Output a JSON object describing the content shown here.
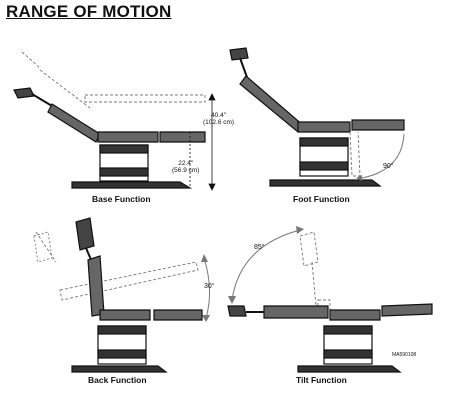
{
  "title": "RANGE OF MOTION",
  "panels": {
    "base": {
      "caption": "Base Function",
      "height_max": "40.4\"",
      "height_max_cm": "(102.6 cm)",
      "height_min": "22.4\"",
      "height_min_cm": "(56.9 cm)"
    },
    "foot": {
      "caption": "Foot Function",
      "angle": "90°"
    },
    "back": {
      "caption": "Back Function",
      "angle": "30°"
    },
    "tilt": {
      "caption": "Tilt Function",
      "angle": "85°"
    }
  },
  "figure_code": "MA590108"
}
